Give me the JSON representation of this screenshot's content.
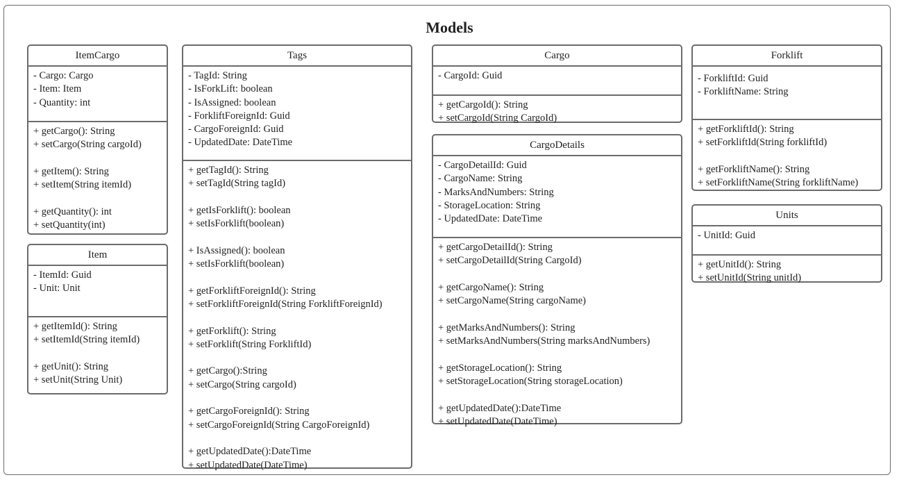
{
  "title": "Models",
  "classes": {
    "itemcargo": {
      "name": "ItemCargo",
      "attributes": [
        "- Cargo: Cargo",
        "- Item: Item",
        "- Quantity: int"
      ],
      "methods": [
        "+ getCargo(): String",
        "+ setCargo(String cargoId)",
        "",
        "+ getItem(): String",
        "+ setItem(String itemId)",
        "",
        "+ getQuantity(): int",
        "+ setQuantity(int)"
      ]
    },
    "item": {
      "name": "Item",
      "attributes": [
        "- ItemId: Guid",
        "- Unit: Unit"
      ],
      "methods": [
        "+ getItemId(): String",
        "+ setItemId(String itemId)",
        "",
        "+ getUnit(): String",
        "+ setUnit(String Unit)"
      ]
    },
    "tags": {
      "name": "Tags",
      "attributes": [
        "- TagId: String",
        "- IsForkLift: boolean",
        "- IsAssigned: boolean",
        "- ForkliftForeignId: Guid",
        "- CargoForeignId: Guid",
        "- UpdatedDate: DateTime"
      ],
      "methods": [
        "+ getTagId(): String",
        "+ setTagId(String tagId)",
        "",
        "+ getIsForklift(): boolean",
        "+ setIsForklift(boolean)",
        "",
        "+ IsAssigned(): boolean",
        "+ setIsForklift(boolean)",
        "",
        "+ getForkliftForeignId(): String",
        "+ setForkliftForeignId(String ForkliftForeignId)",
        "",
        "+ getForklift(): String",
        "+ setForklift(String ForkliftId)",
        "",
        "+ getCargo():String",
        "+ setCargo(String cargoId)",
        "",
        "+ getCargoForeignId(): String",
        "+ setCargoForeignId(String CargoForeignId)",
        "",
        "+ getUpdatedDate():DateTime",
        "+ setUpdatedDate(DateTime)"
      ]
    },
    "cargo": {
      "name": "Cargo",
      "attributes": [
        "- CargoId: Guid"
      ],
      "methods": [
        "+ getCargoId(): String",
        "+ setCargoId(String CargoId)"
      ]
    },
    "cargodetails": {
      "name": "CargoDetails",
      "attributes": [
        "- CargoDetailId: Guid",
        "- CargoName: String",
        "- MarksAndNumbers: String",
        "- StorageLocation: String",
        "- UpdatedDate: DateTime"
      ],
      "methods": [
        "+ getCargoDetailId(): String",
        "+ setCargoDetailId(String CargoId)",
        "",
        "+ getCargoName(): String",
        "+ setCargoName(String cargoName)",
        "",
        "+ getMarksAndNumbers(): String",
        "+ setMarksAndNumbers(String marksAndNumbers)",
        "",
        "+ getStorageLocation(): String",
        "+ setStorageLocation(String storageLocation)",
        "",
        "+ getUpdatedDate():DateTime",
        "+ setUpdatedDate(DateTime)"
      ]
    },
    "forklift": {
      "name": "Forklift",
      "attributes": [
        "- ForkliftId: Guid",
        "- ForkliftName: String"
      ],
      "methods": [
        "+ getForkliftId(): String",
        "+ setForkliftId(String forkliftId)",
        "",
        "+ getForkliftName(): String",
        "+ setForkliftName(String forkliftName)"
      ]
    },
    "units": {
      "name": "Units",
      "attributes": [
        "- UnitId: Guid"
      ],
      "methods": [
        "+ getUnitId(): String",
        "+ setUnitId(String unitId)"
      ]
    }
  }
}
